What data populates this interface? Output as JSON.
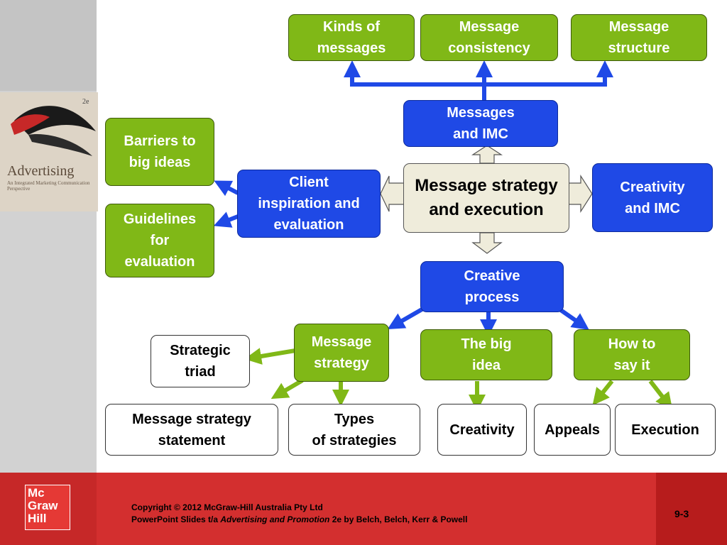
{
  "diagram": {
    "center": "Message strategy and execution",
    "messages_imc": "Messages\nand IMC",
    "top": [
      "Kinds of\nmessages",
      "Message\nconsistency",
      "Message\nstructure"
    ],
    "client_inspiration": "Client\ninspiration and\nevaluation",
    "barriers": "Barriers to\nbig ideas",
    "guidelines": "Guidelines\nfor\nevaluation",
    "creativity_imc": "Creativity\nand IMC",
    "creative_process": "Creative\nprocess",
    "message_strategy": "Message\nstrategy",
    "big_idea": "The big\nidea",
    "how_to_say": "How to\nsay it",
    "strategic_triad": "Strategic\ntriad",
    "msg_statement": "Message strategy\nstatement",
    "types_strategies": "Types\nof strategies",
    "creativity": "Creativity",
    "appeals": "Appeals",
    "execution": "Execution"
  },
  "cover": {
    "title": "Advertising",
    "subtitle": "An Integrated Marketing Communication Perspective",
    "edition": "2e"
  },
  "footer": {
    "logo": [
      "Mc",
      "Graw",
      "Hill"
    ],
    "copyright": "Copyright © 2012 McGraw-Hill Australia Pty Ltd",
    "credit_prefix": "PowerPoint Slides t/a ",
    "credit_title": "Advertising and Promotion",
    "credit_suffix": " 2e by Belch, Belch, Kerr & Powell",
    "slide_number": "9-3"
  },
  "colors": {
    "green": "#80b817",
    "blue": "#1f49e6",
    "center": "#efecdb",
    "footer_red": "#d32f2f"
  }
}
